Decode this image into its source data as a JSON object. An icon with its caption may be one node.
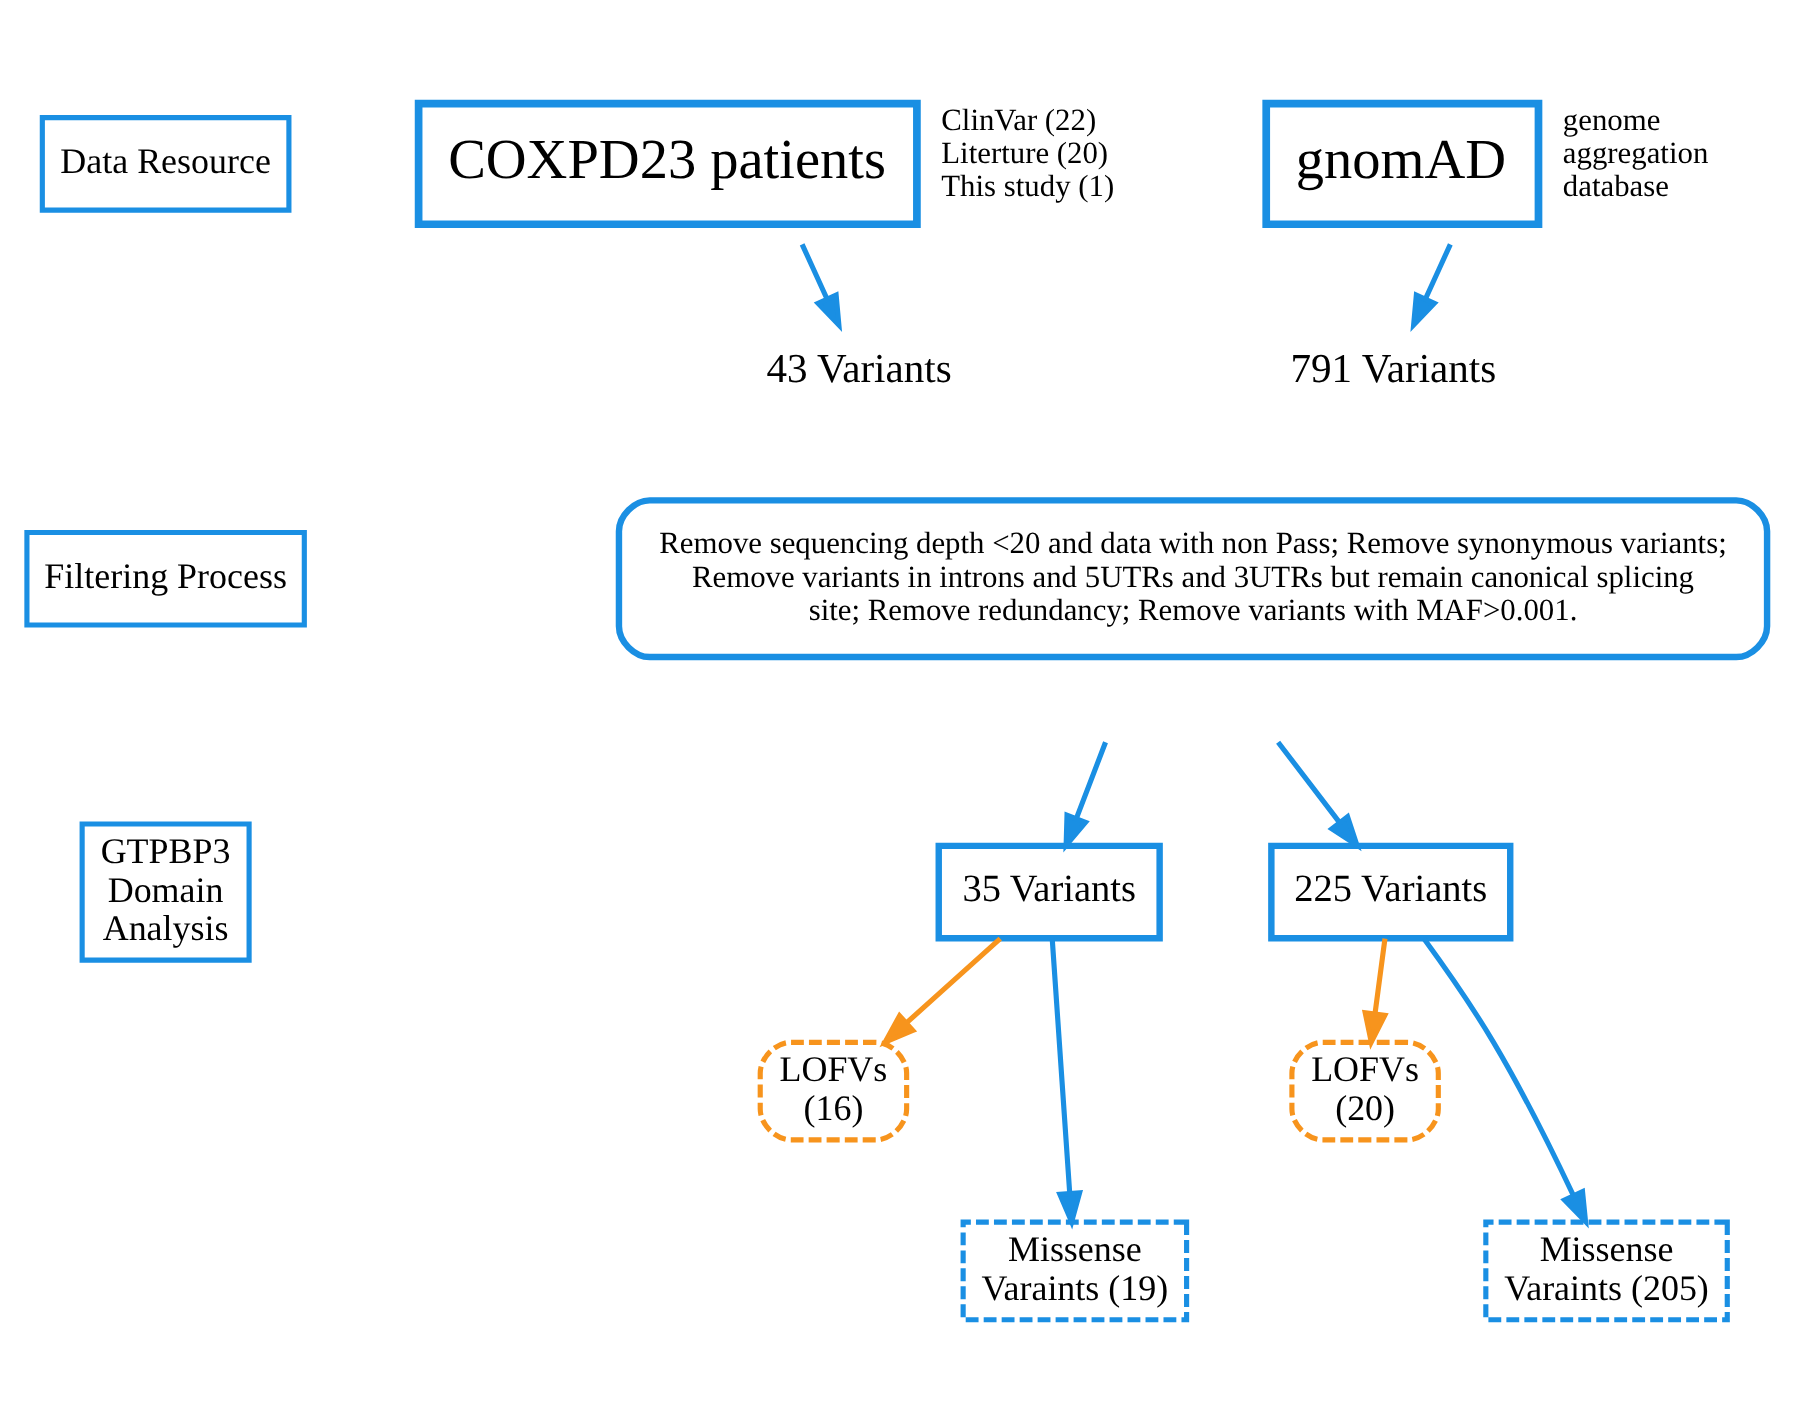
{
  "diagram": {
    "nodes": [
      {
        "text": [
          "Data Resource"
        ]
      },
      {
        "text": [
          "COXPD23 patients"
        ],
        "beside": [
          "ClinVar (22)",
          "Literture (20)",
          "This study (1)"
        ]
      },
      {
        "text": [
          "gnomAD"
        ],
        "beside": [
          "genome aggregation database"
        ]
      },
      {
        "text": [
          "43 Variants"
        ]
      },
      {
        "text": [
          "791 Variants"
        ]
      },
      {
        "text": [
          "Filtering Process"
        ]
      },
      {
        "text": [
          "Remove sequencing depth <20 and data with non Pass; Remove synonymous variants; Remove variants in introns and 5UTRs and 3UTRs but remain canonical splicing site; Remove redundancy; Remove variants with MAF>0.001."
        ]
      },
      {
        "text": [
          "GTPBP3 Domain Analysis"
        ]
      },
      {
        "text": [
          "35 Variants"
        ]
      },
      {
        "text": [
          "225 Variants"
        ]
      },
      {
        "text": [
          "LOFVs (16)"
        ]
      },
      {
        "text": [
          "LOFVs (20)"
        ]
      },
      {
        "text": [
          "Missense Varaints (19)"
        ]
      },
      {
        "text": [
          "Missense Varaints (205)"
        ]
      }
    ],
    "edges": [
      {
        "from": 1,
        "to": 3,
        "arrow": "to"
      },
      {
        "from": 2,
        "to": 4,
        "arrow": "to"
      },
      {
        "from": null,
        "to": 8,
        "arrow": "to"
      },
      {
        "from": null,
        "to": 9,
        "arrow": "to"
      },
      {
        "from": 8,
        "to": 10,
        "arrow": "to",
        "color": "#f7941d"
      },
      {
        "from": 8,
        "to": 12,
        "arrow": "to"
      },
      {
        "from": 9,
        "to": 11,
        "arrow": "to",
        "color": "#f7941d"
      },
      {
        "from": 9,
        "to": 13,
        "arrow": "to"
      }
    ]
  }
}
